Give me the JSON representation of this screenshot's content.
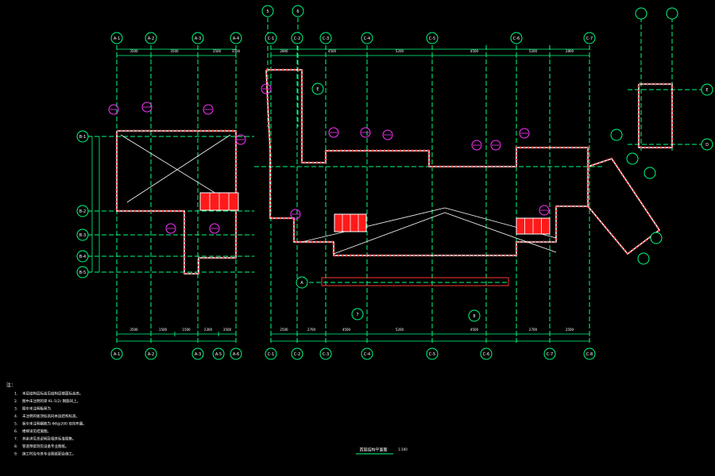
{
  "drawing": {
    "colors": {
      "background": "#000000",
      "grid_axis": "#00ff80",
      "wall": "#ffffff",
      "hatch": "#ff3333",
      "dimension": "#00ff80",
      "annotation_magenta": "#ff33ff",
      "text_white": "#ffffff",
      "equipment_red": "#ff1a1a",
      "tag_yellow": "#ffff66"
    },
    "axis_labels_top_left": [
      "A-1",
      "A-2",
      "A-3",
      "A-4"
    ],
    "axis_labels_top_mid": [
      "C-1",
      "C-2",
      "C-3",
      "C-4",
      "C-5",
      "C-6",
      "C-7"
    ],
    "axis_labels_bottom_left": [
      "A-1",
      "A-2",
      "A-3",
      "A-5",
      "A-6"
    ],
    "axis_labels_bottom_mid": [
      "C-1",
      "C-2",
      "C-3",
      "C-4",
      "C-5",
      "C-6",
      "C-7",
      "C-8"
    ],
    "axis_labels_top_extra": [
      "5",
      "6"
    ],
    "axis_labels_right": [
      "E",
      "D"
    ],
    "axis_labels_row": [
      "B-1",
      "B-2",
      "B-3",
      "B-4",
      "B-5"
    ],
    "axis_labels_center": [
      "A",
      "7",
      "8"
    ],
    "dims_top_left": [
      "3500",
      "3500",
      "3500",
      "3500"
    ],
    "dims_top_mid": [
      "2800",
      "4500",
      "5200",
      "4500",
      "5200",
      "2800"
    ],
    "dims_bottom_left": [
      "3500",
      "1500",
      "1500",
      "2300",
      "3500"
    ],
    "dims_bottom_mid": [
      "2500",
      "2700",
      "4500",
      "5200",
      "4500",
      "2700",
      "2500"
    ],
    "title_block": "首层结构平面图",
    "scale_text": "1:100",
    "notes": [
      "本层结构层标高见结构层楼面标高表。",
      "图中未注明的梁 KL-1(2) 钢筋同上。",
      "图中未注明板厚为",
      "未注明的板顶标高同本层结构标高。",
      "板中未注明钢筋为 Φ8@200 双向布置。",
      "楼梯详见结施图。",
      "其余详见总说明及相关标准图集。",
      "管道预留洞见设备专业图纸。",
      "施工时应与各专业图纸配合施工。"
    ],
    "notes_header": "注："
  }
}
